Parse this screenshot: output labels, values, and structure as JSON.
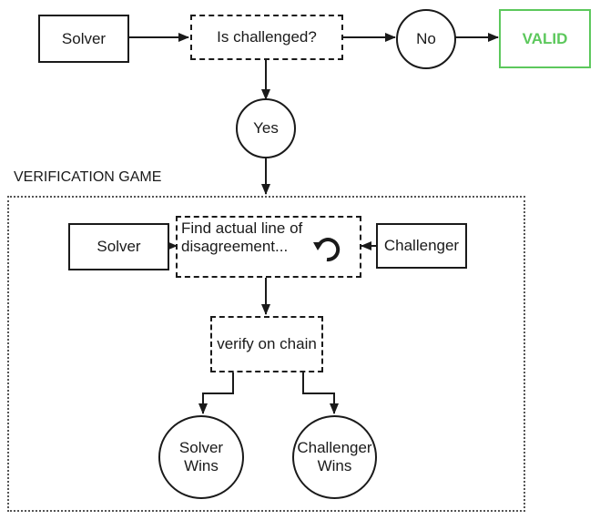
{
  "diagram": {
    "nodes": {
      "solver_top": "Solver",
      "is_challenged": "Is challenged?",
      "no": "No",
      "valid": "VALID",
      "yes": "Yes",
      "find_line": "Find actual line of disagreement...",
      "solver_inner": "Solver",
      "challenger": "Challenger",
      "verify": "verify on chain",
      "solver_wins": "Solver Wins",
      "challenger_wins": "Challenger Wins"
    },
    "group_label": "VERIFICATION GAME",
    "icons": {
      "refresh": "refresh-icon"
    },
    "colors": {
      "valid": "#5cc85c",
      "stroke": "#1a1a1a"
    }
  }
}
